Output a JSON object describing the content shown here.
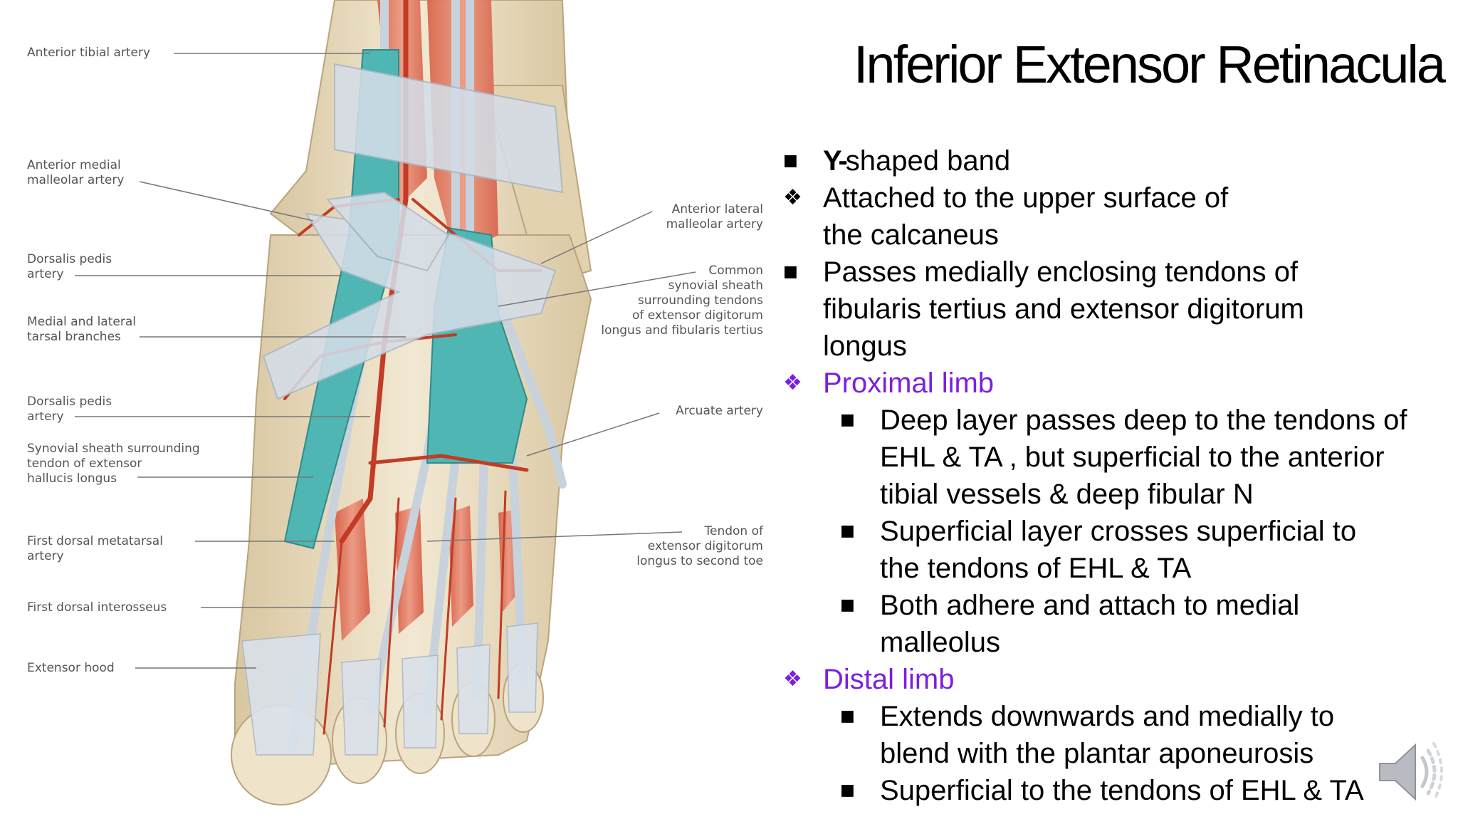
{
  "slide": {
    "title": "Inferior Extensor Retinacula",
    "bullets": [
      {
        "level": 1,
        "marker": "square",
        "bold_prefix": "Y-",
        "text": "shaped band"
      },
      {
        "level": 1,
        "marker": "diamond",
        "text": "Attached to the upper surface of\nthe  calcaneus"
      },
      {
        "level": 1,
        "marker": "square",
        "text": "Passes medially enclosing tendons of\nfibularis  tertius and extensor digitorum\nlongus"
      },
      {
        "level": 1,
        "marker": "diamond",
        "color": "#7b1fe0",
        "text": "Proximal limb"
      },
      {
        "level": 2,
        "marker": "square",
        "text": "Deep layer passes deep to the tendons of\nEHL  & TA , but superficial to the anterior\ntibial  vessels & deep fibular N"
      },
      {
        "level": 2,
        "marker": "square",
        "text": "Superficial layer crosses superficial to\nthe  tendons of EHL & TA"
      },
      {
        "level": 2,
        "marker": "square",
        "text": "Both adhere and attach to medial\nmalleolus"
      },
      {
        "level": 1,
        "marker": "diamond",
        "color": "#7b1fe0",
        "text": "Distal limb"
      },
      {
        "level": 2,
        "marker": "square",
        "text": "Extends downwards and medially to\nblend  with the plantar aponeurosis"
      },
      {
        "level": 2,
        "marker": "square",
        "text": "Superficial to the tendons of EHL & TA"
      }
    ]
  },
  "figure": {
    "labels_left": [
      "Anterior tibial artery",
      "Anterior medial\nmalleolar artery",
      "Dorsalis pedis\nartery",
      "Medial and lateral\ntarsal branches",
      "Dorsalis pedis\nartery",
      "Synovial sheath surrounding\ntendon of extensor\nhallucis longus",
      "First dorsal metatarsal\nartery",
      "First dorsal interosseus",
      "Extensor hood"
    ],
    "labels_right": [
      "Anterior lateral\nmalleolar artery",
      "Common\nsynovial sheath\nsurrounding tendons\nof extensor digitorum\nlongus and fibularis tertius",
      "Arcuate artery",
      "Tendon of\nextensor digitorum\nlongus to second toe"
    ]
  },
  "colors": {
    "accent_violet": "#7b1fe0",
    "bone": "#e9dcc0",
    "muscle": "#e0806a",
    "artery": "#c23b24",
    "sheath": "#4fb6b4",
    "retinaculum": "#d4dde7"
  },
  "icons": {
    "square_bullet": "black-square-icon",
    "diamond_bullet": "four-diamond-icon",
    "audio": "speaker-icon"
  }
}
